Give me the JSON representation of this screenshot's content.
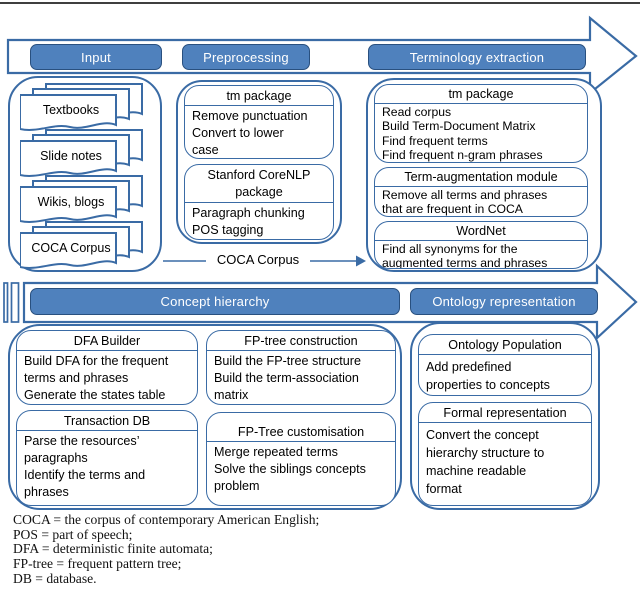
{
  "figure": {
    "type": "pipeline-diagram",
    "connector_label": "COCA Corpus"
  },
  "colors": {
    "accent_fill": "#4f81bd",
    "outline_stroke": "#3a6ba5",
    "pill_border": "#29507f",
    "pill_text": "#ffffff",
    "top_rule": "#3f3f3f"
  },
  "stages": {
    "input": {
      "label": "Input",
      "items": [
        "Textbooks",
        "Slide notes",
        "Wikis, blogs",
        "COCA Corpus"
      ]
    },
    "preprocessing": {
      "label": "Preprocessing",
      "boxes": [
        {
          "header": "tm package",
          "lines": [
            "Remove punctuation",
            "Convert to lower",
            "case"
          ]
        },
        {
          "header": "Stanford CoreNLP package",
          "lines": [
            "Paragraph chunking",
            "POS tagging"
          ]
        }
      ]
    },
    "terminology": {
      "label": "Terminology extraction",
      "boxes": [
        {
          "header": "tm package",
          "lines": [
            "Read corpus",
            "Build Term-Document Matrix",
            "Find frequent terms",
            "Find frequent n-gram phrases"
          ]
        },
        {
          "header": "Term-augmentation module",
          "lines": [
            "Remove all terms and phrases",
            "that are frequent in COCA"
          ]
        },
        {
          "header": "WordNet",
          "lines": [
            "Find all synonyms for the",
            "augmented terms and phrases"
          ]
        }
      ]
    },
    "concept": {
      "label": "Concept hierarchy",
      "boxes": [
        {
          "header": "DFA Builder",
          "lines": [
            "Build DFA for the frequent",
            "terms and phrases",
            "Generate the states table"
          ]
        },
        {
          "header": "Transaction DB",
          "lines": [
            "Parse the resources’",
            "paragraphs",
            "Identify the terms and",
            "phrases"
          ]
        },
        {
          "header": "FP-tree construction",
          "lines": [
            "Build the FP-tree structure",
            "Build the term-association",
            "matrix"
          ]
        },
        {
          "header": "FP-Tree customisation",
          "lines": [
            "Merge repeated terms",
            "Solve the siblings concepts",
            "problem"
          ]
        }
      ]
    },
    "ontology": {
      "label": "Ontology representation",
      "boxes": [
        {
          "header": "Ontology Population",
          "lines": [
            "Add predefined",
            "properties to concepts"
          ]
        },
        {
          "header": "Formal representation",
          "lines": [
            "Convert the concept",
            "hierarchy structure to",
            "machine readable",
            "format"
          ]
        }
      ]
    }
  },
  "legend": {
    "lines": [
      "COCA = the corpus of contemporary American English;",
      "POS = part of speech;",
      "DFA = deterministic finite automata;",
      "FP-tree = frequent pattern tree;",
      "DB = database."
    ]
  }
}
